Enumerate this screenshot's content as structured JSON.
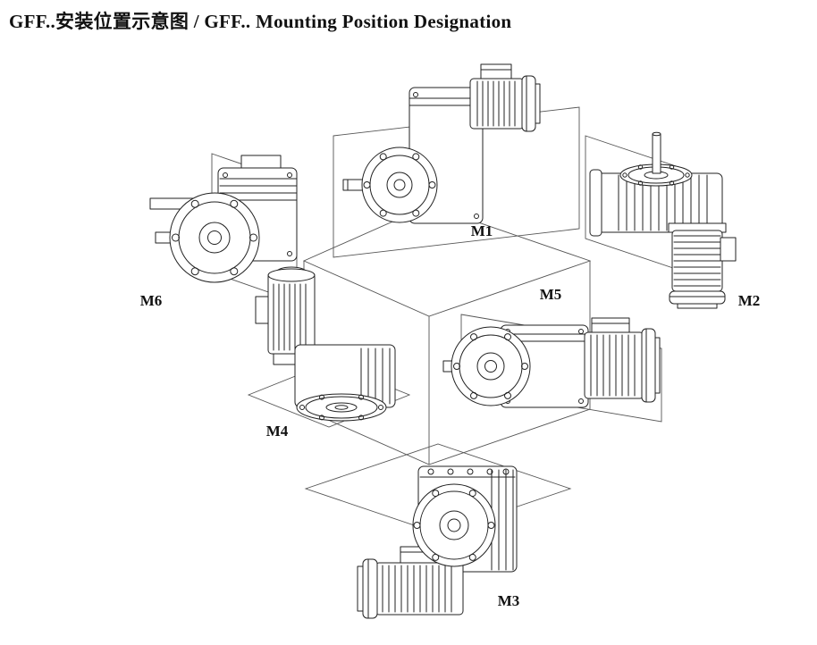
{
  "title": "GFF..安装位置示意图 / GFF.. Mounting Position Designation",
  "labels": {
    "m1": "M1",
    "m2": "M2",
    "m3": "M3",
    "m4": "M4",
    "m5": "M5",
    "m6": "M6"
  },
  "colors": {
    "line": "#222222",
    "background": "#ffffff",
    "text": "#111111"
  }
}
